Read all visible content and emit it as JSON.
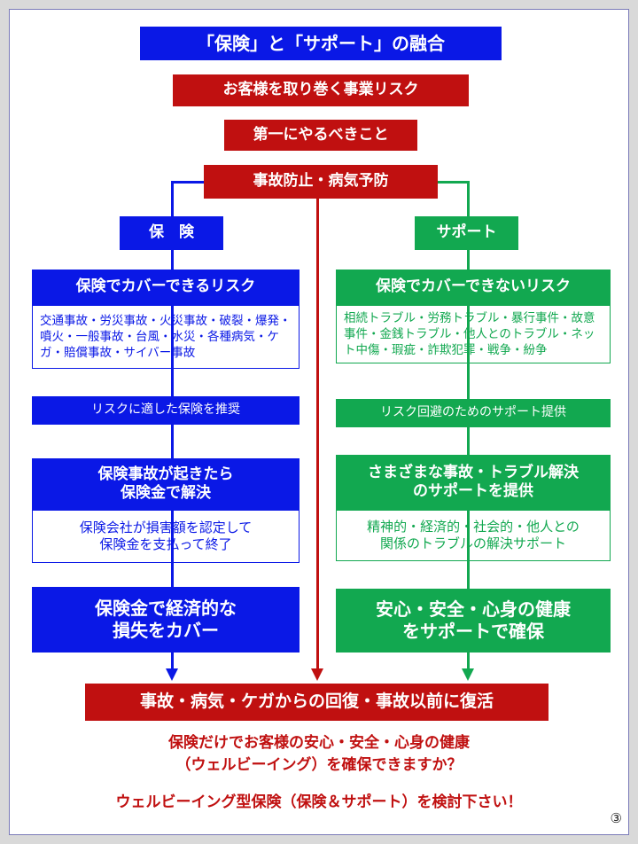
{
  "title": "「保険」と「サポート」の融合",
  "risk_header": "お客様を取り巻く事業リスク",
  "first_todo": "第一にやるべきこと",
  "prevention": "事故防止・病気予防",
  "insurance": {
    "label": "保　険",
    "coverable_title": "保険でカバーできるリスク",
    "coverable_list": "交通事故・労災事故・火災事故・破裂・爆発・噴火・一般事故・台風・水災・各種病気・ケガ・賠償事故・サイバー事故",
    "recommend": "リスクに適した保険を推奨",
    "claim_title": "保険事故が起きたら\n保険金で解決",
    "claim_detail": "保険会社が損害額を認定して\n保険金を支払って終了",
    "result": "保険金で経済的な\n損失をカバー"
  },
  "support": {
    "label": "サポート",
    "noncoverable_title": "保険でカバーできないリスク",
    "noncoverable_list": "相続トラブル・労務トラブル・暴行事件・故意事件・金銭トラブル・他人とのトラブル・ネット中傷・瑕疵・詐欺犯罪・戦争・紛争",
    "provide": "リスク回避のためのサポート提供",
    "solve_title": "さまざまな事故・トラブル解決\nのサポートを提供",
    "solve_detail": "精神的・経済的・社会的・他人との\n関係のトラブルの解決サポート",
    "result": "安心・安全・心身の健康\nをサポートで確保"
  },
  "recovery": "事故・病気・ケガからの回復・事故以前に復活",
  "question": "保険だけでお客様の安心・安全・心身の健康\n（ウェルビーイング）を確保できますか？",
  "call_to_action": "ウェルビーイング型保険（保険＆サポート）を検討下さい！",
  "page_number": "③",
  "colors": {
    "blue": "#0a18e6",
    "red": "#c01010",
    "green": "#12a850"
  }
}
